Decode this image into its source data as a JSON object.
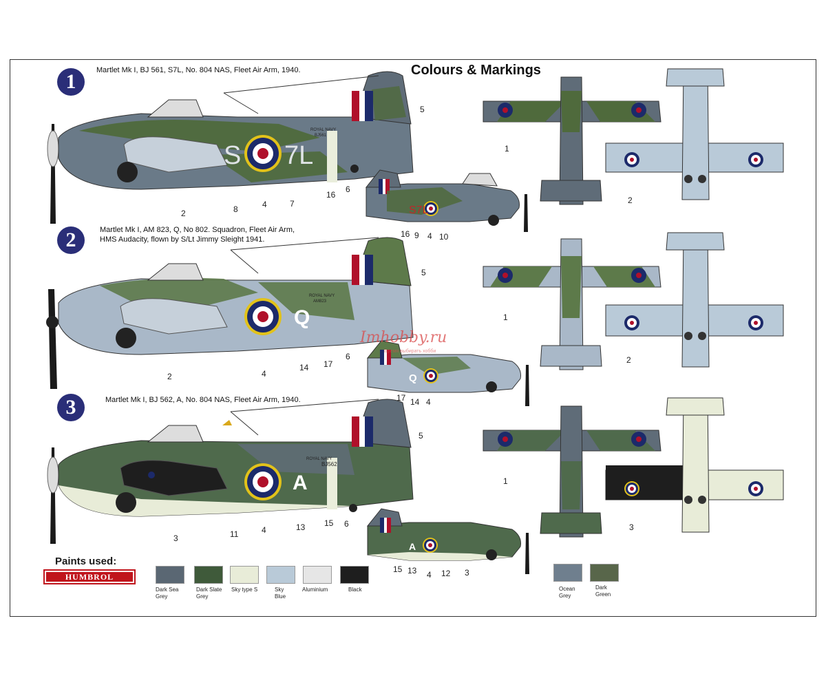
{
  "header": {
    "title": "Colours & Markings"
  },
  "profiles": [
    {
      "number": "1",
      "caption_lines": [
        "Martlet Mk I, BJ 561, S7L, No. 804 NAS, Fleet Air Arm, 1940."
      ],
      "code_letters_left": "S",
      "code_letters_right": "7L",
      "fuselage_text": "ROYAL NAVY",
      "serial": "BJ561",
      "small_code": "S7L",
      "side_callouts": [
        "5",
        "2",
        "8",
        "4",
        "7",
        "16"
      ],
      "small_callouts": [
        "6",
        "16",
        "9",
        "4",
        "10"
      ],
      "plan_callouts": [
        "1",
        "2"
      ]
    },
    {
      "number": "2",
      "caption_lines": [
        "Martlet Mk I, AM 823, Q, No 802. Squadron, Fleet Air Arm,",
        "HMS Audacity, flown by S/Lt Jimmy Sleight 1941."
      ],
      "code_letters_right": "Q",
      "fuselage_text": "ROYAL NAVY",
      "serial": "AM823",
      "small_code": "Q",
      "side_callouts": [
        "5",
        "2",
        "4",
        "14",
        "17"
      ],
      "small_callouts": [
        "6",
        "17",
        "14",
        "4"
      ],
      "plan_callouts": [
        "1",
        "2"
      ]
    },
    {
      "number": "3",
      "caption_lines": [
        "Martlet Mk I, BJ 562, A, No. 804 NAS, Fleet Air Arm, 1940."
      ],
      "code_letters_right": "A",
      "fuselage_text": "ROYAL NAVY",
      "serial": "BJ562",
      "small_code": "A",
      "side_callouts": [
        "5",
        "3",
        "11",
        "4",
        "13",
        "15"
      ],
      "small_callouts": [
        "6",
        "15",
        "13",
        "4",
        "12",
        "3"
      ],
      "plan_callouts": [
        "1",
        "3"
      ]
    }
  ],
  "watermark": {
    "text": "Imhobby.ru",
    "sub": "Время выбирать хобби"
  },
  "paints": {
    "label": "Paints used:",
    "brand": "HUMBROL",
    "humbrol": [
      {
        "name_lines": [
          "Dark Sea",
          "Grey"
        ],
        "color": "#5a6773"
      },
      {
        "name_lines": [
          "Dark Slate",
          "Grey"
        ],
        "color": "#3f5a3a"
      },
      {
        "name_lines": [
          "Sky type S"
        ],
        "color": "#e8ecd8"
      },
      {
        "name_lines": [
          "Sky",
          "Blue"
        ],
        "color": "#b9cad8"
      },
      {
        "name_lines": [
          "Aluminium"
        ],
        "color": "#e6e6e6"
      },
      {
        "name_lines": [
          "Black"
        ],
        "color": "#1e1e1e"
      }
    ],
    "other": [
      {
        "name_lines": [
          "Ocean",
          "Grey"
        ],
        "color": "#6f7f8e"
      },
      {
        "name_lines": [
          "Dark",
          "Green"
        ],
        "color": "#58664a"
      }
    ]
  },
  "colors": {
    "dark_sea_grey": "#5a6773",
    "dark_slate_grey": "#4a6a3c",
    "sky_blue": "#b9cad8",
    "sky_type_s": "#e8ecd8",
    "roundel_red": "#b0102a",
    "roundel_blue": "#1c2a6a",
    "roundel_yellow": "#e2c21a",
    "badge": "#2a2e78"
  }
}
